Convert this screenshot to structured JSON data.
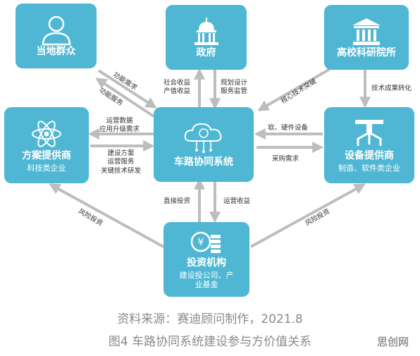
{
  "nodes": {
    "public": {
      "label": "当地群众"
    },
    "government": {
      "label": "政府"
    },
    "research": {
      "label": "高校科研院所"
    },
    "solution": {
      "label": "方案提供商",
      "sub": "科技类企业"
    },
    "core": {
      "label": "车路协同系统"
    },
    "equipment": {
      "label": "设备提供商",
      "sub": "制造、软件类企业"
    },
    "investment": {
      "label": "投资机构",
      "sub1": "建设投公司、产",
      "sub2": "业基金"
    }
  },
  "edges": {
    "public_core_demand": "功能需求",
    "core_public_service": "功能服务",
    "core_gov_benefit_1": "社会收益",
    "core_gov_benefit_2": "产值收益",
    "gov_core_1": "规划设计",
    "gov_core_2": "服务监管",
    "research_core": "核心技术突破",
    "research_equipment": "技术成果转化",
    "core_solution_1": "运营数据",
    "core_solution_2": "应用升级需求",
    "solution_core_1": "建设方案",
    "solution_core_2": "运营服务",
    "solution_core_3": "关键技术研发",
    "equipment_core": "软、硬件设备",
    "core_equipment": "采购需求",
    "invest_core": "直接投资",
    "core_invest": "运营收益",
    "invest_solution": "风险投资",
    "invest_equipment": "风险投资"
  },
  "caption": {
    "source": "资料来源：赛迪顾问制作，2021.8",
    "title": "图4 车路协同系统建设参与方价值关系"
  },
  "watermark": "思创网",
  "colors": {
    "node": "#4fb7d3",
    "arrow": "#bdbdbd",
    "caption": "#8a8a8a"
  }
}
